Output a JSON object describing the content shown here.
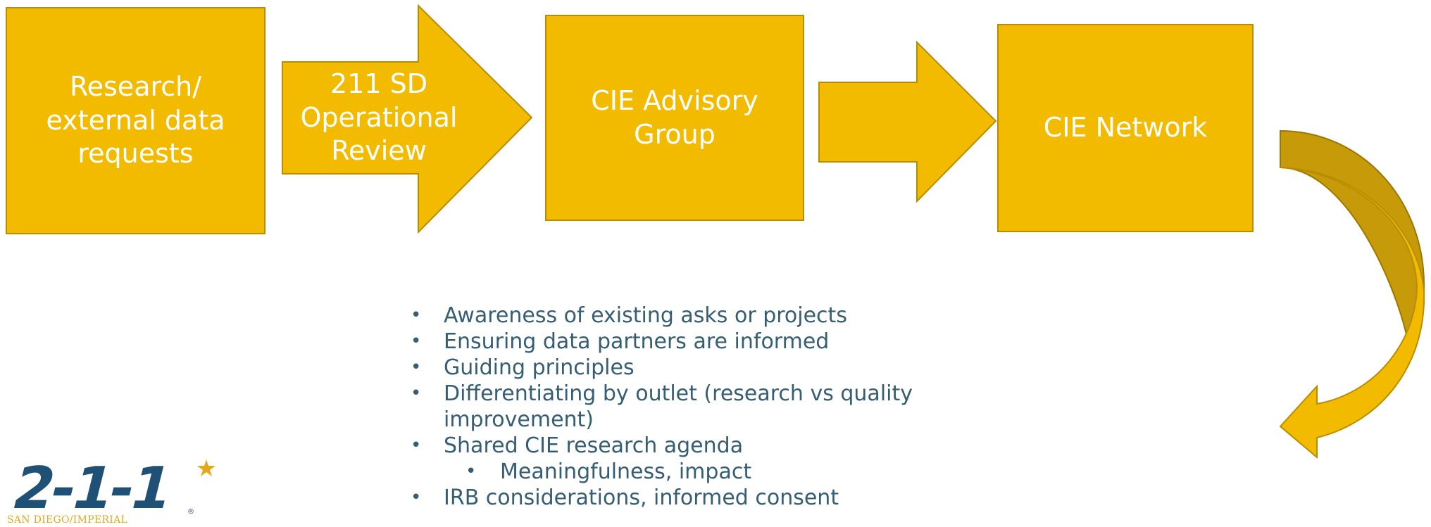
{
  "colors": {
    "shape_fill": "#f2bb00",
    "shape_stroke": "#b88e00",
    "curved_arrow_back": "#c79a0a",
    "bullet_text": "#355d73",
    "logo_blue": "#1f5177",
    "logo_gold": "#e1a91b"
  },
  "flow": {
    "research": "Research/\nexternal data\nrequests",
    "review": "211 SD\nOperational\nReview",
    "advisory": "CIE Advisory\nGroup",
    "network": "CIE Network"
  },
  "bullets": {
    "b1": "Awareness of existing asks or projects",
    "b2": "Ensuring data partners are informed",
    "b3": "Guiding principles",
    "b4": "Differentiating by outlet (research vs quality improvement)",
    "b5": "Shared CIE research agenda",
    "b5_sub": "Meaningfulness, impact",
    "b6": "IRB considerations, informed consent"
  },
  "logo": {
    "mark": "2-1-1",
    "subtitle": "SAN DIEGO/IMPERIAL",
    "registered": "®"
  }
}
